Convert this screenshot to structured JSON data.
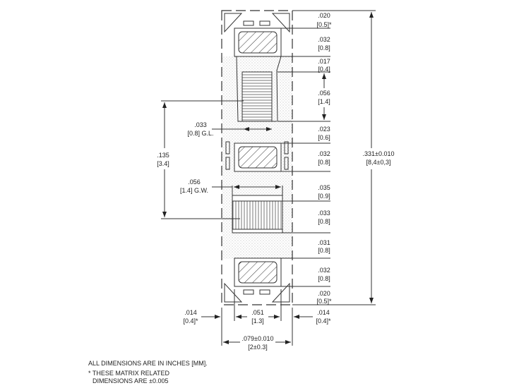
{
  "right_dims": [
    {
      "in": ".020",
      "mm": "[0.5]*"
    },
    {
      "in": ".032",
      "mm": "[0.8]"
    },
    {
      "in": ".017",
      "mm": "[0.4]"
    },
    {
      "in": ".056",
      "mm": "[1.4]"
    },
    {
      "in": ".023",
      "mm": "[0.6]"
    },
    {
      "in": ".032",
      "mm": "[0.8]"
    },
    {
      "in": ".035",
      "mm": "[0.9]"
    },
    {
      "in": ".033",
      "mm": "[0.8]"
    },
    {
      "in": ".031",
      "mm": "[0.8]"
    },
    {
      "in": ".032",
      "mm": "[0.8]"
    },
    {
      "in": ".020",
      "mm": "[0.5]*"
    }
  ],
  "overall_length": {
    "in": ".331±0.010",
    "mm": "[8,4±0,3]"
  },
  "pitch": {
    "in": ".135",
    "mm": "[3.4]"
  },
  "gap_length": {
    "in": ".033",
    "mm": "[0.8] G.L."
  },
  "gap_width": {
    "in": ".056",
    "mm": "[1.4] G.W."
  },
  "bottom_dims": {
    "left_margin": {
      "in": ".014",
      "mm": "[0.4]*"
    },
    "pad_width": {
      "in": ".051",
      "mm": "[1.3]"
    },
    "right_margin": {
      "in": ".014",
      "mm": "[0.4]*"
    },
    "overall_width": {
      "in": ".079±0.010",
      "mm": "[2±0.3]"
    }
  },
  "notes": {
    "line1": "ALL DIMENSIONS ARE IN INCHES [MM].",
    "line2": "* THESE MATRIX RELATED",
    "line3": "DIMENSIONS ARE ±0.005"
  }
}
